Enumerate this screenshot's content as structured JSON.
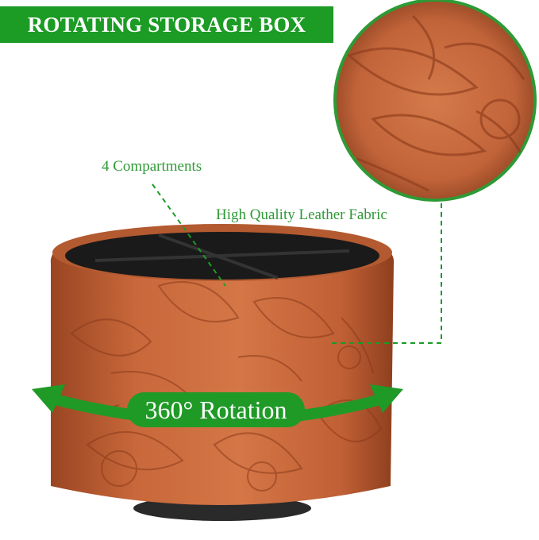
{
  "title": "ROTATING STORAGE BOX",
  "callouts": {
    "compartments": "4 Compartments",
    "leather": "High Quality Leather Fabric",
    "rotation": "360° Rotation"
  },
  "colors": {
    "accent_green": "#1c9b25",
    "leather": "#c96a3e",
    "lining": "#1a1a1a"
  }
}
